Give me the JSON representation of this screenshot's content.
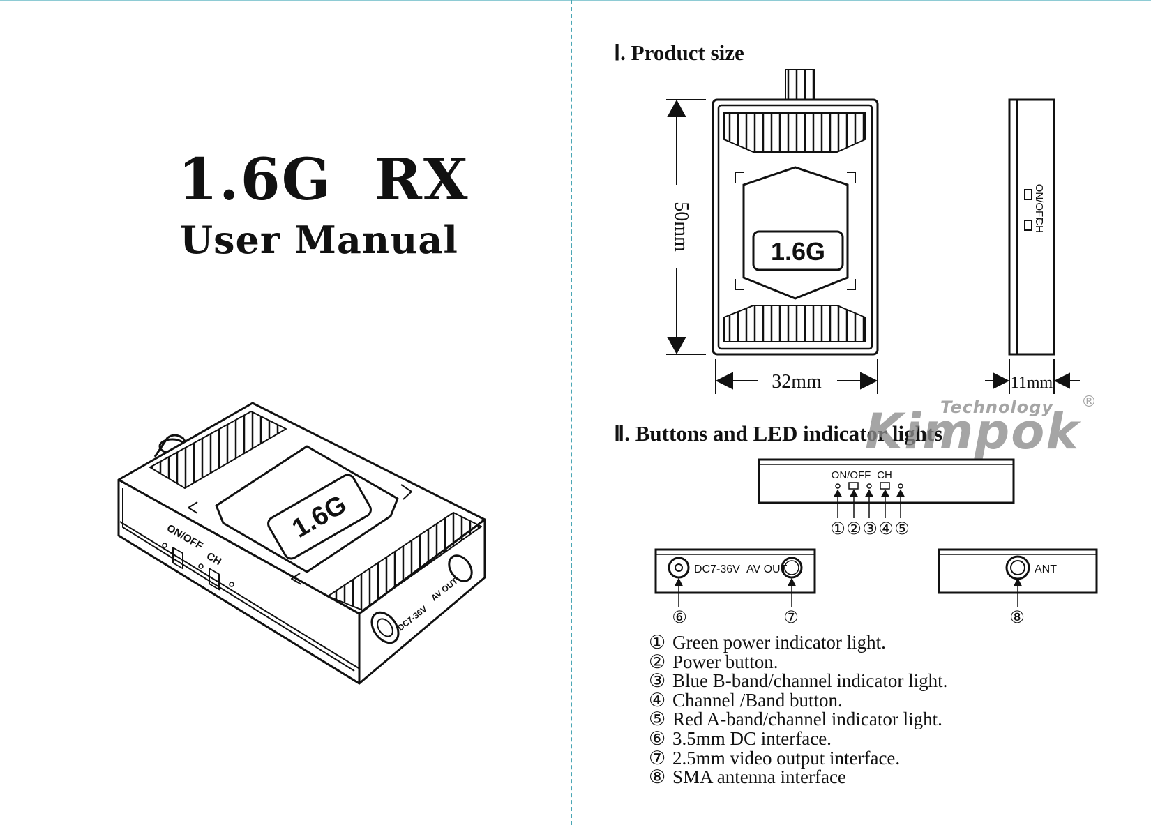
{
  "cover": {
    "title": "1.6G  RX",
    "subtitle": "User Manual"
  },
  "device_label": "1.6G",
  "section1": {
    "heading": "Ⅰ. Product size",
    "height_label": "50mm",
    "width_label": "32mm",
    "depth_label": "11mm"
  },
  "section2": {
    "heading": "Ⅱ. Buttons and LED indicator lights",
    "top_panel": {
      "onoff": "ON/OFF",
      "ch": "CH",
      "markers": [
        "①",
        "②",
        "③",
        "④",
        "⑤"
      ]
    },
    "front_panel": {
      "dc": "DC7-36V",
      "av": "AV OUT",
      "markers": [
        "⑥",
        "⑦"
      ]
    },
    "back_panel": {
      "ant": "ANT",
      "marker": "⑧"
    },
    "iso_labels": {
      "onoff": "ON/OFF",
      "ch": "CH",
      "dc": "DC7-36V",
      "av": "AV OUT"
    }
  },
  "legend": [
    {
      "num": "①",
      "text": "Green power indicator light."
    },
    {
      "num": "②",
      "text": "Power button."
    },
    {
      "num": "③",
      "text": "Blue B-band/channel indicator light."
    },
    {
      "num": "④",
      "text": "Channel /Band button."
    },
    {
      "num": "⑤",
      "text": "Red A-band/channel indicator light."
    },
    {
      "num": "⑥",
      "text": "3.5mm DC interface."
    },
    {
      "num": "⑦",
      "text": "2.5mm video output interface."
    },
    {
      "num": "⑧",
      "text": "SMA antenna interface"
    }
  ],
  "watermark": {
    "tech": "Technology",
    "brand": "Kimpok",
    "reg": "®"
  }
}
